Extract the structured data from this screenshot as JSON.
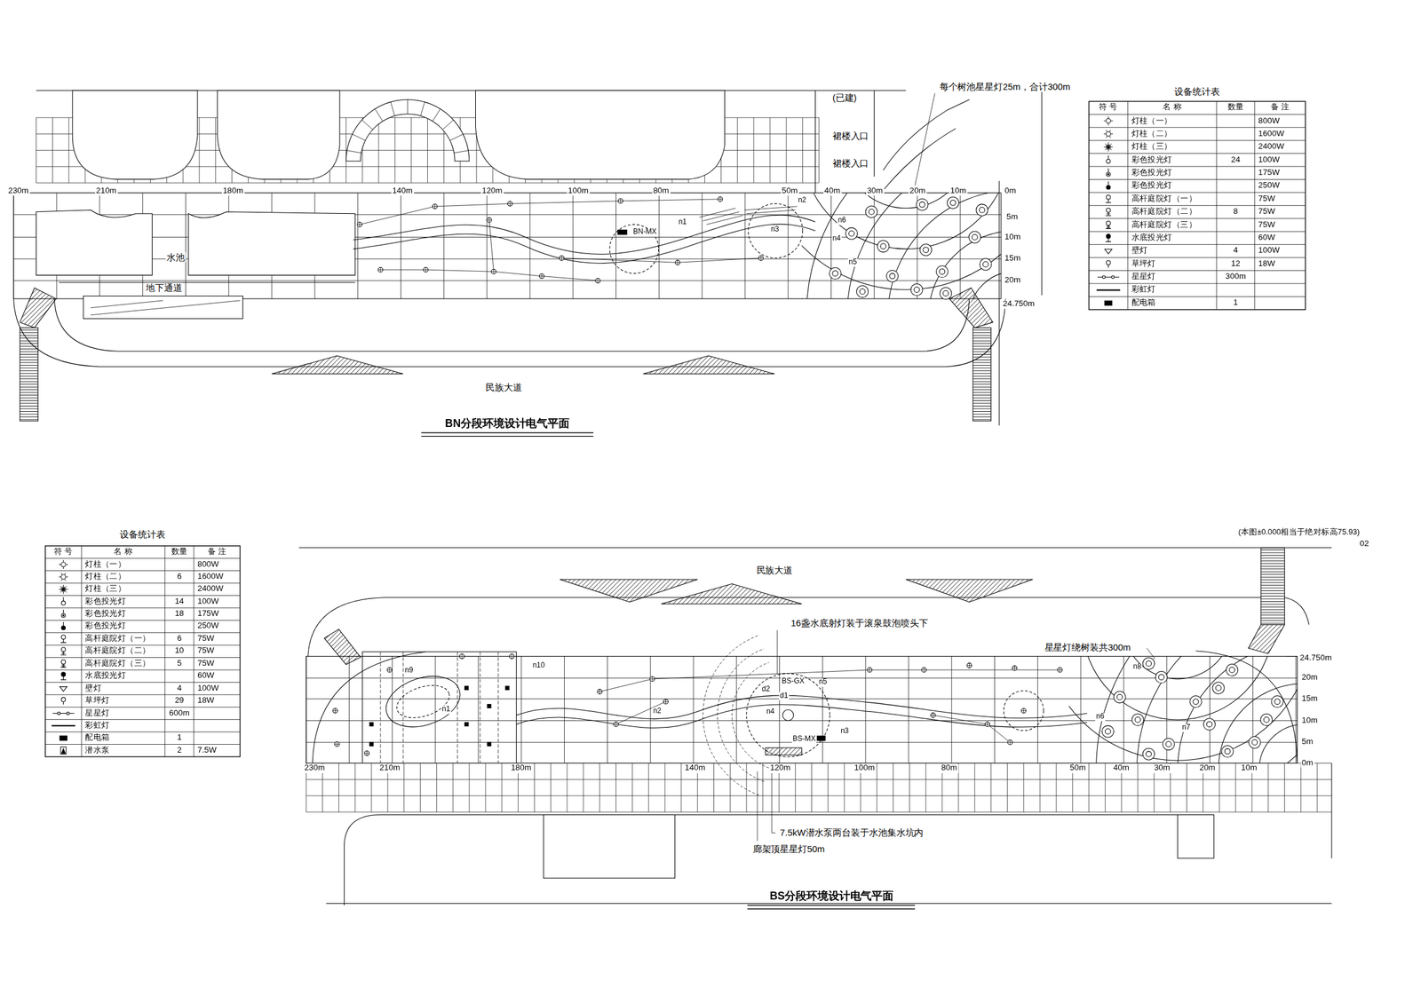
{
  "diagram": {
    "labels": [
      "每个树池星星灯25m，合计300m",
      "(已建)",
      "裙楼入口",
      "裙楼入口",
      "230m",
      "210m",
      "180m",
      "140m",
      "120m",
      "100m",
      "80m",
      "50m",
      "40m",
      "30m",
      "20m",
      "10m",
      "0m",
      "5m",
      "10m",
      "15m",
      "20m",
      "24.750m",
      "水池",
      "地下通道",
      "BN-MX",
      "n1",
      "n2",
      "n3",
      "n6",
      "n4",
      "n5",
      "民族大道",
      "BN分段环境设计电气平面",
      "设备统计表",
      "符 号",
      "名 称",
      "数量",
      "备 注",
      "灯柱（一）",
      "800W",
      "灯柱（二）",
      "1600W",
      "灯柱（三）",
      "2400W",
      "彩色投光灯",
      "24",
      "100W",
      "彩色投光灯",
      "175W",
      "彩色投光灯",
      "250W",
      "高杆庭院灯（一）",
      "75W",
      "高杆庭院灯（二）",
      "8",
      "75W",
      "高杆庭院灯（三）",
      "75W",
      "水底投光灯",
      "60W",
      "壁灯",
      "4",
      "100W",
      "草坪灯",
      "12",
      "18W",
      "星星灯",
      "300m",
      "彩虹灯",
      "配电箱",
      "1",
      "(本图±0.000相当于绝对标高75.93)",
      "02",
      "民族大道",
      "16盏水底射灯装于滚泉鼓泡喷头下",
      "星星灯绕树装共300m",
      "24.750m",
      "20m",
      "15m",
      "10m",
      "5m",
      "0m",
      "230m",
      "210m",
      "180m",
      "140m",
      "120m",
      "100m",
      "80m",
      "50m",
      "40m",
      "30m",
      "20m",
      "10m",
      "n9",
      "n1",
      "n10",
      "n2",
      "BS-GX",
      "n5",
      "d2",
      "d1",
      "n4",
      "BS-MX",
      "n3",
      "n8",
      "n7",
      "n6",
      "7.5kW潜水泵两台装于水池集水坑内",
      "廊架顶星星灯50m",
      "BS分段环境设计电气平面",
      "设备统计表",
      "符 号",
      "名 称",
      "数量",
      "备 注",
      "灯柱（一）",
      "800W",
      "灯柱（二）",
      "6",
      "1600W",
      "灯柱（三）",
      "2400W",
      "彩色投光灯",
      "14",
      "100W",
      "彩色投光灯",
      "18",
      "175W",
      "彩色投光灯",
      "250W",
      "高杆庭院灯（一）",
      "6",
      "75W",
      "高杆庭院灯（二）",
      "10",
      "75W",
      "高杆庭院灯（三）",
      "5",
      "75W",
      "水底投光灯",
      "60W",
      "壁灯",
      "4",
      "100W",
      "草坪灯",
      "29",
      "18W",
      "星星灯",
      "600m",
      "彩虹灯",
      "配电箱",
      "1",
      "潜水泵",
      "2",
      "7.5W"
    ]
  }
}
